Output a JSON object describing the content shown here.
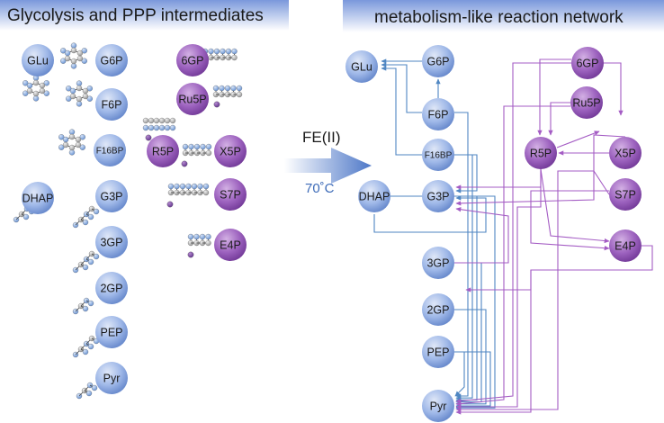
{
  "left_panel": {
    "title": "Glycolysis and PPP intermediates",
    "glycolysis": [
      "GLu",
      "G6P",
      "F6P",
      "F16BP",
      "DHAP",
      "G3P",
      "3GP",
      "2GP",
      "PEP",
      "Pyr"
    ],
    "ppp": [
      "6GP",
      "Ru5P",
      "R5P",
      "X5P",
      "S7P",
      "E4P"
    ]
  },
  "conditions": {
    "catalyst": "FE(II)",
    "temperature": "70˚C"
  },
  "right_panel": {
    "title": "metabolism-like reaction network",
    "glycolysis": [
      "GLu",
      "G6P",
      "F6P",
      "F16BP",
      "DHAP",
      "G3P",
      "3GP",
      "2GP",
      "PEP",
      "Pyr"
    ],
    "ppp": [
      "6GP",
      "Ru5P",
      "R5P",
      "X5P",
      "S7P",
      "E4P"
    ]
  },
  "colors": {
    "glycolysis_node": "#7f9edc",
    "ppp_node": "#8e4fb0",
    "glycolysis_edge": "#4f86c2",
    "ppp_edge": "#a45cc4",
    "header_top": "#7a98db",
    "header_bottom": "#ffffff",
    "atom_grey": "#a8a8a8",
    "atom_blue": "#6f9bd8",
    "atom_purple": "#6a3d9a"
  }
}
